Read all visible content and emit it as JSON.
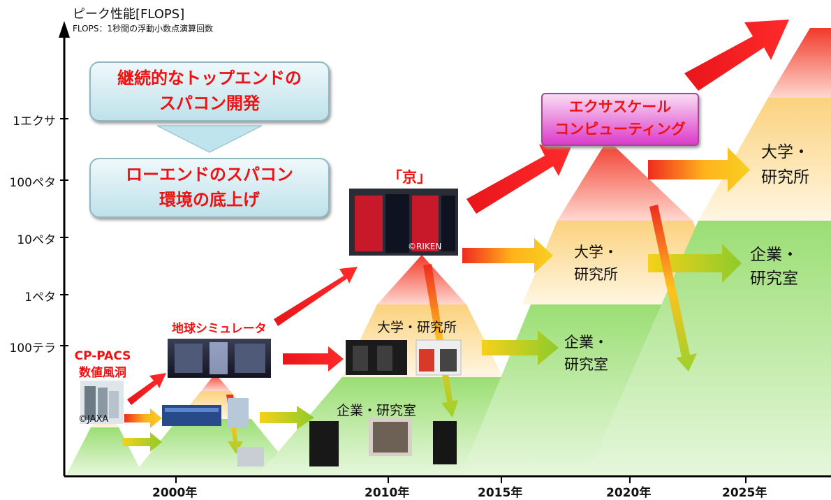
{
  "axis": {
    "y_title": "ピーク性能[FLOPS]",
    "y_subtitle": "FLOPS：1秒間の浮動小数点演算回数",
    "y_ticks": [
      "1エクサ",
      "100ペタ",
      "10ペタ",
      "1ペタ",
      "100テラ"
    ],
    "x_ticks": [
      "2000年",
      "2010年",
      "2015年",
      "2020年",
      "2025年"
    ]
  },
  "boxes": {
    "top": "継続的なトップエンドの\nスパコン開発",
    "bottom": "ローエンドのスパコン\n環境の底上げ",
    "exascale": "エクサスケール\nコンピューティング"
  },
  "labels": {
    "cp_pacs": "CP-PACS\n数値風洞",
    "jaxa": "©JAXA",
    "earth_simulator": "地球シミュレータ",
    "kei": "「京」",
    "riken": "©RIKEN",
    "univ_2010": "大学・研究所",
    "corp_2010": "企業・研究室",
    "univ_2018": "大学・\n研究所",
    "corp_2015": "企業・\n研究室",
    "univ_2025": "大学・\n研究所",
    "corp_2025": "企業・\n研究室"
  },
  "colors": {
    "red": "#ee1111",
    "orange": "#fcd89a",
    "green": "#8fd66a",
    "box_fill": "#cce8ef",
    "exa_fill": "#e45ad0"
  }
}
